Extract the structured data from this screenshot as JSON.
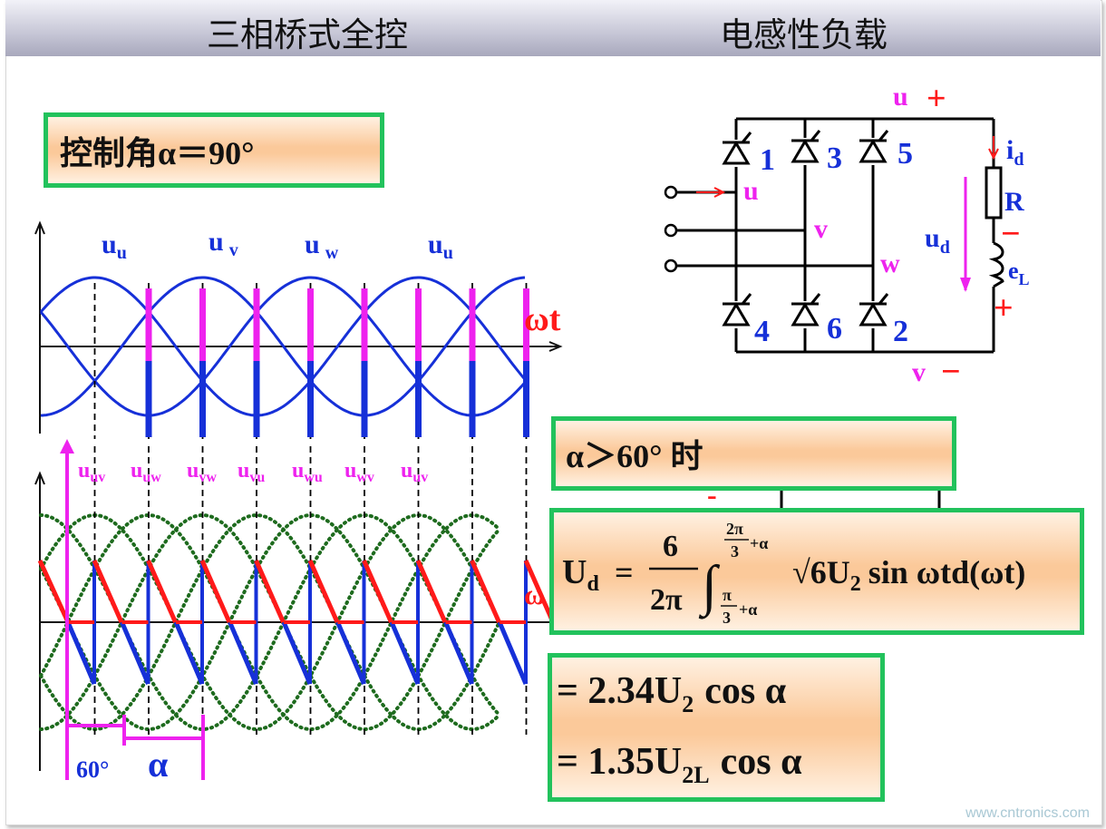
{
  "header": {
    "title_left": "三相桥式全控",
    "title_right": "电感性负载"
  },
  "control_angle": "控制角α＝90°",
  "condition": "α＞60° 时",
  "formula": {
    "lhs": "U",
    "lhs_sub": "d",
    "eq": "=",
    "frac_num": "6",
    "frac_den": "2π",
    "upper_limit_num": "2π",
    "upper_limit_den": "3",
    "upper_limit_tail": "+α",
    "lower_limit_num": "π",
    "lower_limit_den": "3",
    "lower_limit_tail": "+α",
    "integrand_root": "√6",
    "integrand_main": "U",
    "integrand_sub": "2",
    "integrand_tail": "sin ωtd(ωt)"
  },
  "result": {
    "line1": "= 2.34U",
    "line1_sub": "2",
    "line1_tail": "cos α",
    "line2": "= 1.35U",
    "line2_sub": "2L",
    "line2_tail": "cos α"
  },
  "upper_plot": {
    "phase_labels": [
      {
        "main": "u",
        "sub": "u"
      },
      {
        "main": "u",
        "sub": "v"
      },
      {
        "main": "u",
        "sub": "w"
      },
      {
        "main": "u",
        "sub": "u"
      }
    ],
    "axis_label": "ωt"
  },
  "lower_plot": {
    "line_labels": [
      {
        "main": "u",
        "sub": "uv"
      },
      {
        "main": "u",
        "sub": "uw"
      },
      {
        "main": "u",
        "sub": "vw"
      },
      {
        "main": "u",
        "sub": "vu"
      },
      {
        "main": "u",
        "sub": "wu"
      },
      {
        "main": "u",
        "sub": "wv"
      },
      {
        "main": "u",
        "sub": "uv"
      }
    ],
    "axis_label": "ω",
    "angle_60": "60°",
    "angle_alpha": "α"
  },
  "circuit": {
    "thyristors": [
      "1",
      "3",
      "5",
      "4",
      "6",
      "2"
    ],
    "node_u": "u",
    "node_v": "v",
    "node_w": "w",
    "top_label": "u",
    "top_sign": "+",
    "bottom_label": "v",
    "bottom_sign": "−",
    "current": "i",
    "current_sub": "d",
    "resistor": "R",
    "voltage": "u",
    "voltage_sub": "d",
    "emf": "e",
    "emf_sub": "L",
    "emf_minus": "−",
    "emf_plus": "+"
  },
  "colors": {
    "blue": "#1630d8",
    "magenta": "#ee22ee",
    "red": "#ff1a1a",
    "green_dots": "#1e6b1e",
    "box_border": "#22c25c"
  },
  "watermark": "www.cntronics.com"
}
